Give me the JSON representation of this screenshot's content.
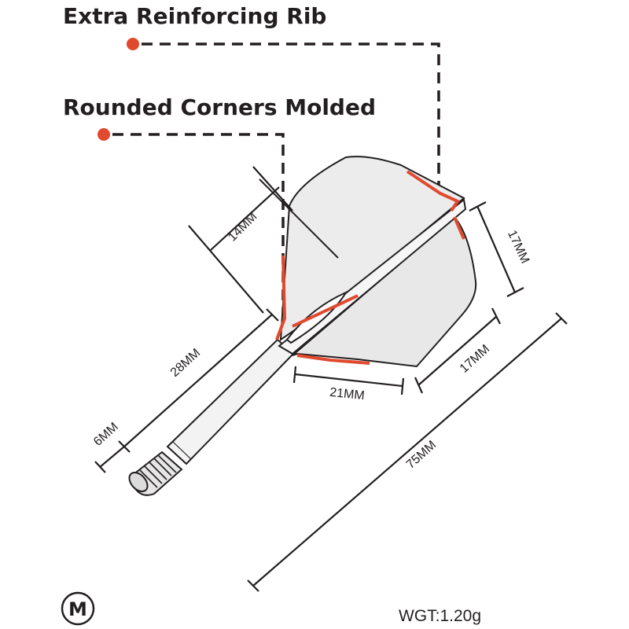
{
  "callouts": {
    "rib": {
      "label": "Extra Reinforcing Rib"
    },
    "corners": {
      "label": "Rounded Corners Molded"
    }
  },
  "dimensions": {
    "wing_14": "14MM",
    "height_17": "17MM",
    "front_17": "17MM",
    "flight_21": "21MM",
    "shaft_28": "28MM",
    "thread_6": "6MM",
    "total_75": "75MM"
  },
  "size_badge": {
    "letter": "M"
  },
  "weight": {
    "label": "WGT:1.20g"
  },
  "colors": {
    "accent_red": "#e04a2f",
    "ink": "#231f20",
    "flight_fill": "#ebebeb",
    "shaft_fill": "#f3f3f3"
  }
}
